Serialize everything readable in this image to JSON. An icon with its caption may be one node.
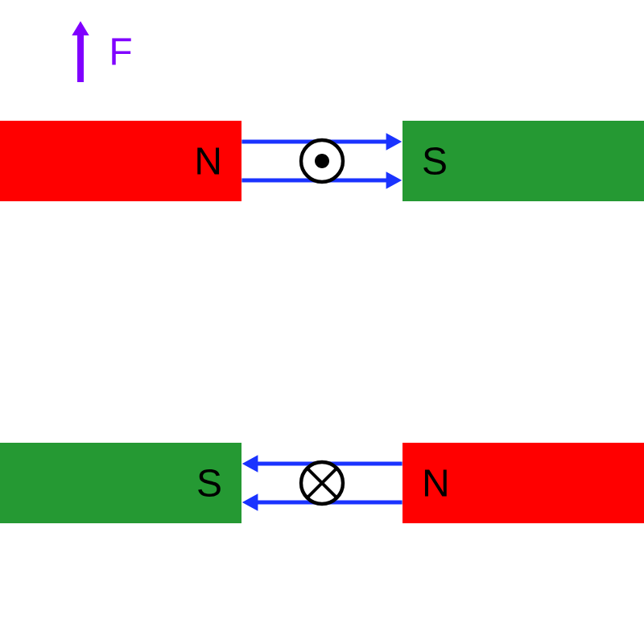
{
  "diagram": {
    "nodes": [
      {
        "text": [
          "N"
        ]
      },
      {
        "text": [
          "S"
        ]
      },
      {
        "text": [
          "S"
        ]
      },
      {
        "text": [
          "N"
        ]
      }
    ],
    "edges": [
      {
        "from": 0,
        "to": 1,
        "arrow": "to"
      },
      {
        "from": 0,
        "to": 1,
        "arrow": "to"
      },
      {
        "from": 3,
        "to": 2,
        "arrow": "to"
      },
      {
        "from": 3,
        "to": 2,
        "arrow": "to"
      }
    ],
    "labels": [
      "F"
    ]
  }
}
